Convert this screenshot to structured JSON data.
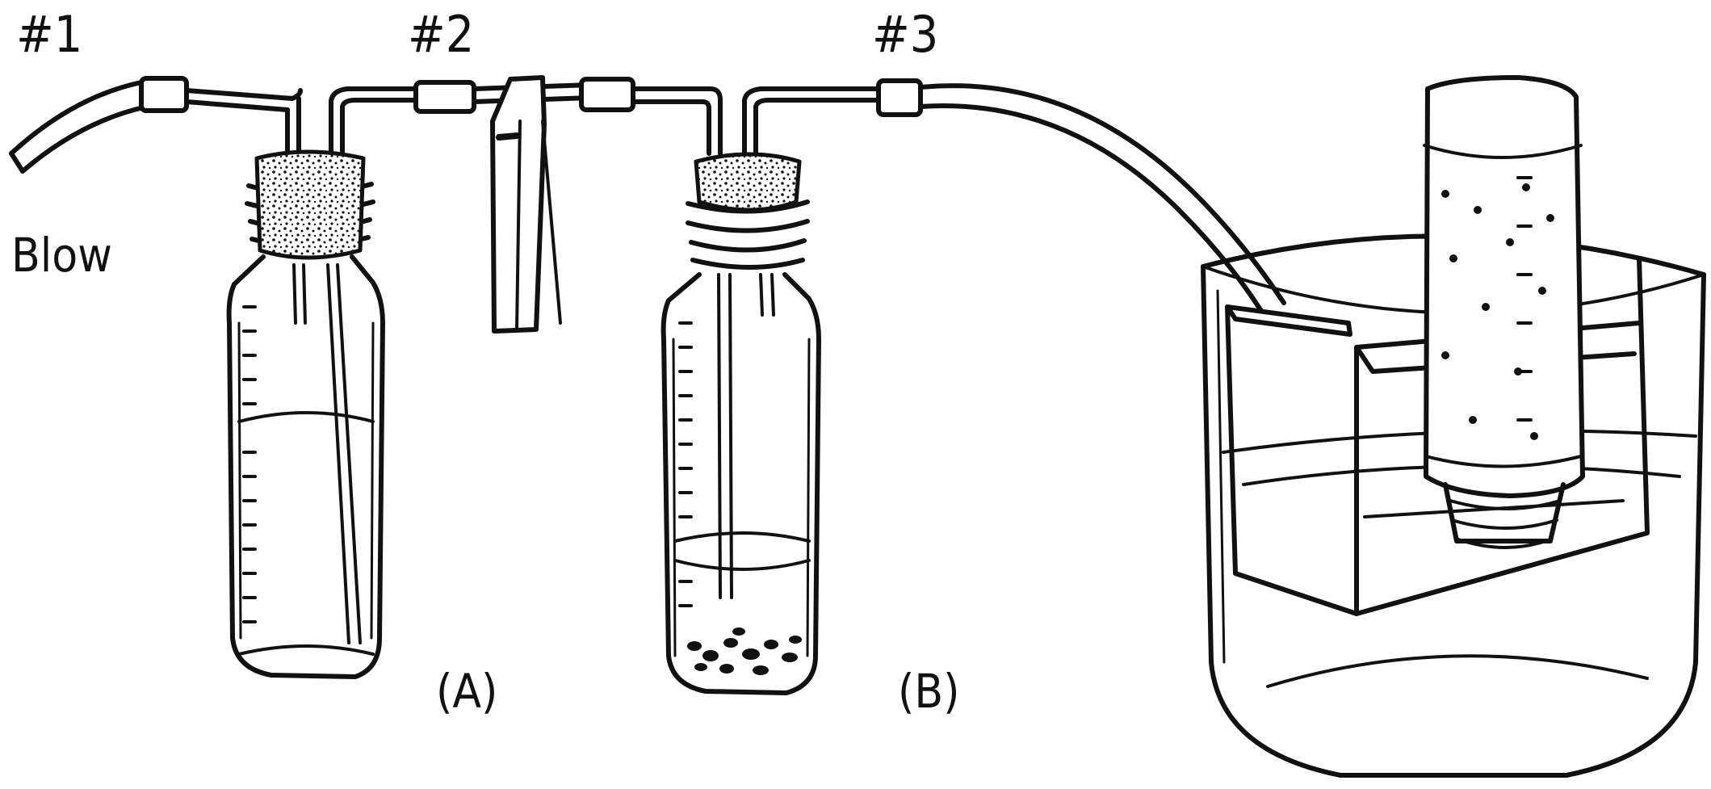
{
  "labels": {
    "tube_1": "#1",
    "tube_2": "#2",
    "tube_3": "#3",
    "blow": "Blow",
    "bottle_a": "(A)",
    "bottle_b": "(B)"
  },
  "colors": {
    "ink": "#111111",
    "background": "#ffffff"
  }
}
